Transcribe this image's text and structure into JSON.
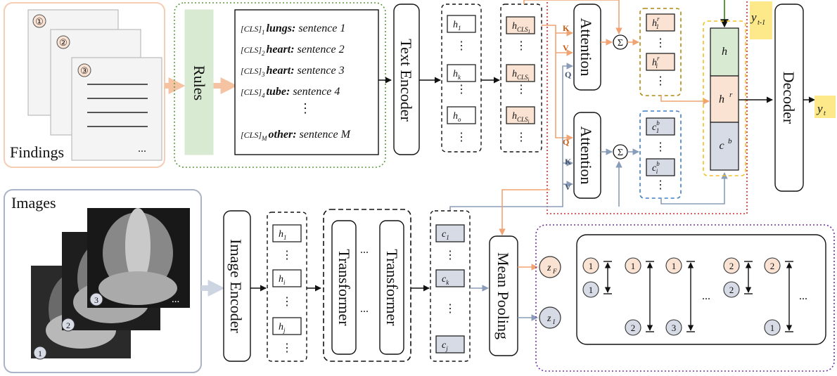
{
  "findings": {
    "label": "Findings",
    "pages": [
      "①",
      "②",
      "③"
    ],
    "ellipsis": "..."
  },
  "rules": {
    "label": "Rules"
  },
  "sentences": [
    {
      "cls": "[CLS]",
      "sub": "1",
      "key": "lungs:",
      "text": "sentence 1"
    },
    {
      "cls": "[CLS]",
      "sub": "2",
      "key": "heart:",
      "text": "sentence 2"
    },
    {
      "cls": "[CLS]",
      "sub": "3",
      "key": "heart:",
      "text": "sentence 3"
    },
    {
      "cls": "[CLS]",
      "sub": "4",
      "key": "tube:",
      "text": "sentence 4"
    },
    {
      "cls": "[CLS]",
      "sub": "M",
      "key": "other:",
      "text": "sentence M"
    }
  ],
  "vdots": "⋮",
  "text_encoder": {
    "label": "Text Encoder"
  },
  "text_tokens": [
    "h",
    "h",
    "h"
  ],
  "text_token_subs": [
    "1",
    "k",
    "o"
  ],
  "cls_tokens": {
    "base": "h",
    "subs": [
      "CLS",
      "CLS",
      "CLS"
    ],
    "subsubs": [
      "1",
      "i",
      "j"
    ]
  },
  "attention": {
    "label": "Attention",
    "sum": "Σ"
  },
  "qkv": {
    "k": "K",
    "v": "V",
    "q": "Q"
  },
  "hr_tokens": {
    "base": "h",
    "sup": "r",
    "subs": [
      "1",
      "i"
    ]
  },
  "cb_tokens": {
    "base": "c",
    "sup": "b",
    "subs": [
      "1",
      "i"
    ]
  },
  "concat": {
    "h": "h",
    "hr": "h",
    "hr_sup": "r",
    "cb": "c",
    "cb_sup": "b"
  },
  "decoder": {
    "label": "Decoder",
    "y_prev": "y",
    "y_prev_sub": "t-1",
    "y_t": "y",
    "y_t_sub": "t"
  },
  "images": {
    "label": "Images",
    "nums": [
      "1",
      "2",
      "3"
    ],
    "ellipsis": "..."
  },
  "image_encoder": {
    "label": "Image Encoder"
  },
  "img_tokens": [
    "h",
    "h",
    "h"
  ],
  "img_token_subs": [
    "1",
    "i",
    "j"
  ],
  "transformer": {
    "label": "Transformer",
    "dots": "..."
  },
  "c_tokens": [
    "c",
    "c",
    "c"
  ],
  "c_token_subs": [
    "1",
    "k",
    "j"
  ],
  "mean_pooling": {
    "label": "Mean Pooling"
  },
  "z": {
    "zf": "z",
    "zf_sub": "F",
    "zi": "z",
    "zi_sub": "I"
  },
  "pairs": [
    {
      "top": "1",
      "bottom": "1"
    },
    {
      "top": "1",
      "bottom": "2"
    },
    {
      "top": "1",
      "bottom": "3"
    },
    {
      "top": "2",
      "bottom": "2"
    },
    {
      "top": "2",
      "bottom": "1"
    }
  ],
  "pairs_dots": "...",
  "colors": {
    "orange": "#f0a373",
    "peach": "#fbe3d3",
    "gray_blue": "#d6dbe6",
    "green": "#d9ead3",
    "yellow": "#fde98a",
    "red_dotted": "#e0282b",
    "olive": "#b18a10",
    "purple": "#7030a0",
    "green_dotted": "#5a9a3c",
    "blue_dash": "#3f7fc4",
    "yellow_dash": "#f0c020"
  }
}
